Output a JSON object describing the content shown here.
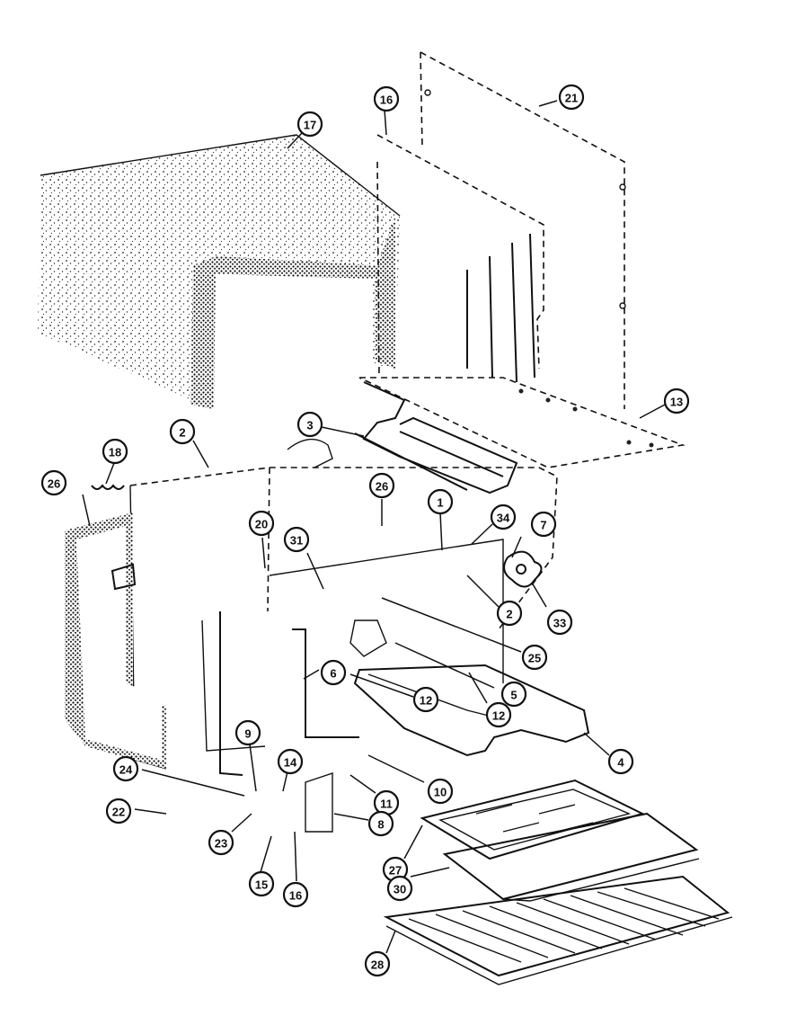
{
  "diagram": {
    "callouts": [
      {
        "id": "c21",
        "label": "21"
      },
      {
        "id": "c16a",
        "label": "16"
      },
      {
        "id": "c17",
        "label": "17"
      },
      {
        "id": "c13",
        "label": "13"
      },
      {
        "id": "c3",
        "label": "3"
      },
      {
        "id": "c2a",
        "label": "2"
      },
      {
        "id": "c18",
        "label": "18"
      },
      {
        "id": "c26a",
        "label": "26"
      },
      {
        "id": "c26b",
        "label": "26"
      },
      {
        "id": "c1",
        "label": "1"
      },
      {
        "id": "c34",
        "label": "34"
      },
      {
        "id": "c7",
        "label": "7"
      },
      {
        "id": "c20",
        "label": "20"
      },
      {
        "id": "c31",
        "label": "31"
      },
      {
        "id": "c2b",
        "label": "2"
      },
      {
        "id": "c33",
        "label": "33"
      },
      {
        "id": "c25",
        "label": "25"
      },
      {
        "id": "c5",
        "label": "5"
      },
      {
        "id": "c6a",
        "label": "6"
      },
      {
        "id": "c12a",
        "label": "12"
      },
      {
        "id": "c12b",
        "label": "12"
      },
      {
        "id": "c4",
        "label": "4"
      },
      {
        "id": "c9",
        "label": "9"
      },
      {
        "id": "c14",
        "label": "14"
      },
      {
        "id": "c10",
        "label": "10"
      },
      {
        "id": "c24",
        "label": "24"
      },
      {
        "id": "c11",
        "label": "11"
      },
      {
        "id": "c22",
        "label": "22"
      },
      {
        "id": "c8",
        "label": "8"
      },
      {
        "id": "c23",
        "label": "23"
      },
      {
        "id": "c27",
        "label": "27"
      },
      {
        "id": "c15",
        "label": "15"
      },
      {
        "id": "c16b",
        "label": "16"
      },
      {
        "id": "c30",
        "label": "30"
      },
      {
        "id": "c28",
        "label": "28"
      }
    ]
  }
}
